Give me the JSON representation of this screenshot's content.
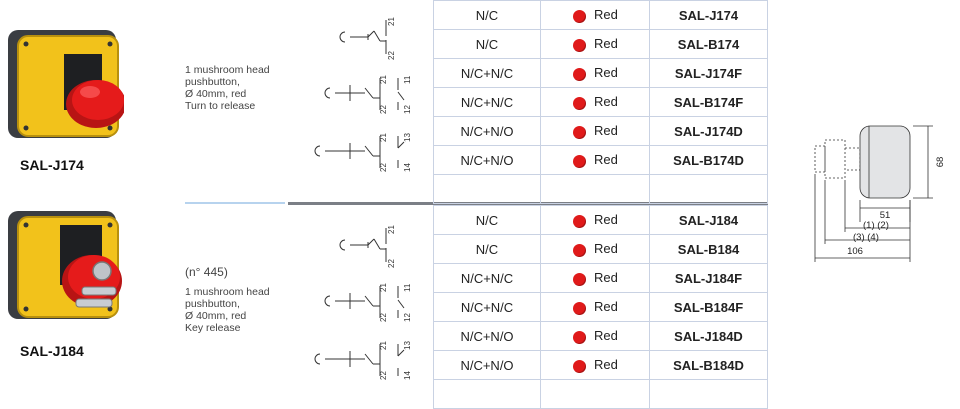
{
  "groups": [
    {
      "name": "SAL-J174",
      "note": "",
      "description": [
        "1 mushroom head",
        "pushbutton,",
        "Ø 40mm, red",
        "Turn to release"
      ],
      "rows": [
        {
          "function": "N/C",
          "color": "Red",
          "code": "SAL-J174"
        },
        {
          "function": "N/C",
          "color": "Red",
          "code": "SAL-B174"
        },
        {
          "function": "N/C+N/C",
          "color": "Red",
          "code": "SAL-J174F"
        },
        {
          "function": "N/C+N/C",
          "color": "Red",
          "code": "SAL-B174F"
        },
        {
          "function": "N/C+N/O",
          "color": "Red",
          "code": "SAL-J174D"
        },
        {
          "function": "N/C+N/O",
          "color": "Red",
          "code": "SAL-B174D"
        }
      ]
    },
    {
      "name": "SAL-J184",
      "note": "(n° 445)",
      "description": [
        "1 mushroom head",
        "pushbutton,",
        "Ø 40mm, red",
        "Key release"
      ],
      "rows": [
        {
          "function": "N/C",
          "color": "Red",
          "code": "SAL-J184"
        },
        {
          "function": "N/C",
          "color": "Red",
          "code": "SAL-B184"
        },
        {
          "function": "N/C+N/C",
          "color": "Red",
          "code": "SAL-J184F"
        },
        {
          "function": "N/C+N/C",
          "color": "Red",
          "code": "SAL-B184F"
        },
        {
          "function": "N/C+N/O",
          "color": "Red",
          "code": "SAL-J184D"
        },
        {
          "function": "N/C+N/O",
          "color": "Red",
          "code": "SAL-B184D"
        }
      ]
    }
  ],
  "dimensions": {
    "height": "68",
    "width": "51",
    "label_12": "(1) (2)",
    "label_34": "(3) (4)",
    "overall": "106"
  },
  "terminals": {
    "nc_top": "21",
    "nc_bottom": "22",
    "nc2_top": "11",
    "nc2_bottom": "12",
    "no_top": "13",
    "no_bottom": "14"
  },
  "colors": {
    "button_red": "#e01a1a",
    "housing_yellow": "#f2c21b",
    "housing_dark": "#3a3d42"
  }
}
